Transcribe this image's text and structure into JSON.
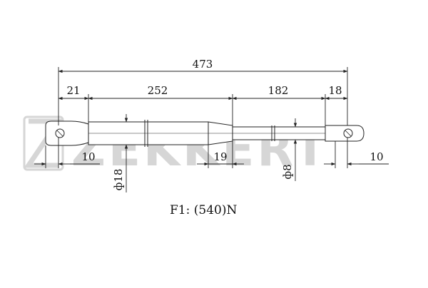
{
  "watermark": {
    "brand": "ZEKKERT",
    "color": "#d6d6d6"
  },
  "dimensions": {
    "overall_length": "473",
    "end_fitting_left": "21",
    "body_length": "252",
    "rod_length": "182",
    "end_fitting_right": "18",
    "eye_offset_left": "10",
    "body_collar": "19",
    "eye_offset_right": "10",
    "body_diameter": "ф18",
    "rod_diameter": "ф8"
  },
  "spec": {
    "force_label": "F1: (540)N"
  },
  "colors": {
    "line": "#222222",
    "part_fill": "#ffffff"
  }
}
